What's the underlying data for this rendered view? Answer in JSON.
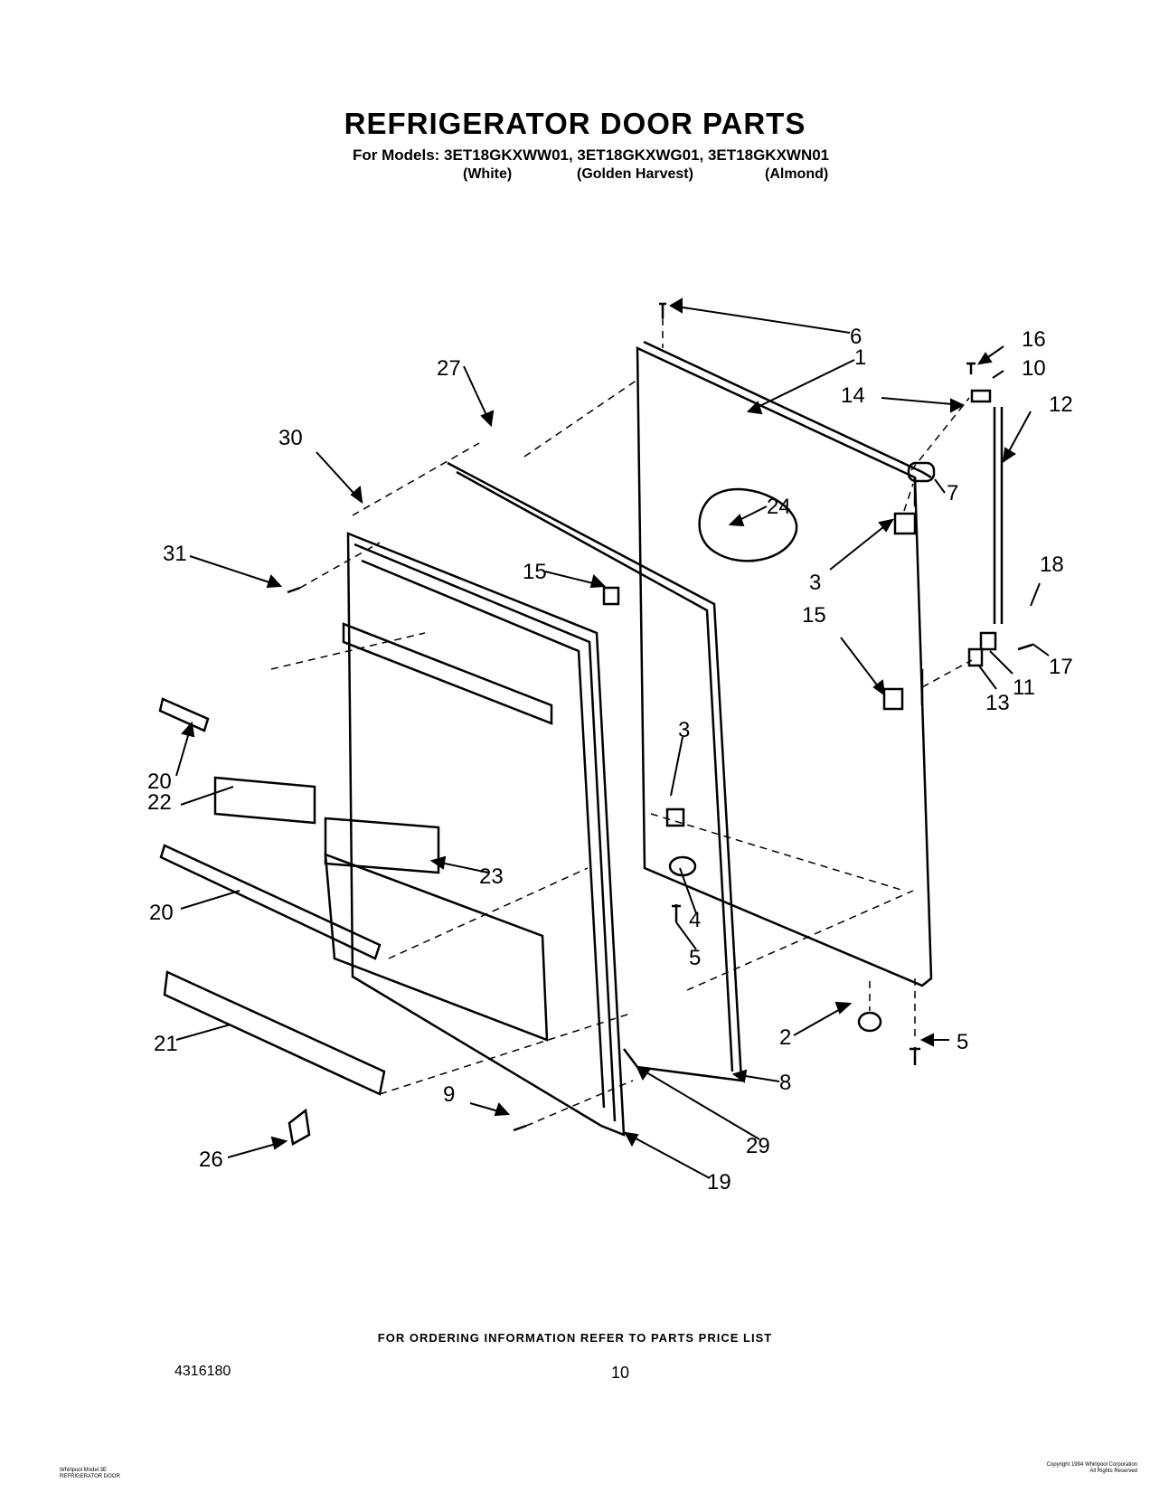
{
  "title": "REFRIGERATOR DOOR PARTS",
  "models_line": "For Models: 3ET18GKXWW01, 3ET18GKXWG01, 3ET18GKXWN01",
  "color_white": "(White)",
  "color_golden": "(Golden Harvest)",
  "color_almond": "(Almond)",
  "callouts": [
    "6",
    "1",
    "16",
    "10",
    "14",
    "12",
    "27",
    "30",
    "7",
    "24",
    "18",
    "31",
    "15",
    "3",
    "15",
    "17",
    "11",
    "13",
    "3",
    "20",
    "22",
    "23",
    "20",
    "4",
    "5",
    "21",
    "2",
    "5",
    "8",
    "9",
    "29",
    "26",
    "19"
  ],
  "footer_note": "FOR ORDERING INFORMATION REFER TO PARTS PRICE LIST",
  "part_number": "4316180",
  "page_number": "10",
  "fine_print_left_1": "Whirlpool Model 3E",
  "fine_print_left_2": "REFRIGERATOR DOOR",
  "fine_print_right_1": "Copyright 1994 Whirlpool Corporation",
  "fine_print_right_2": "All Rights Reserved"
}
